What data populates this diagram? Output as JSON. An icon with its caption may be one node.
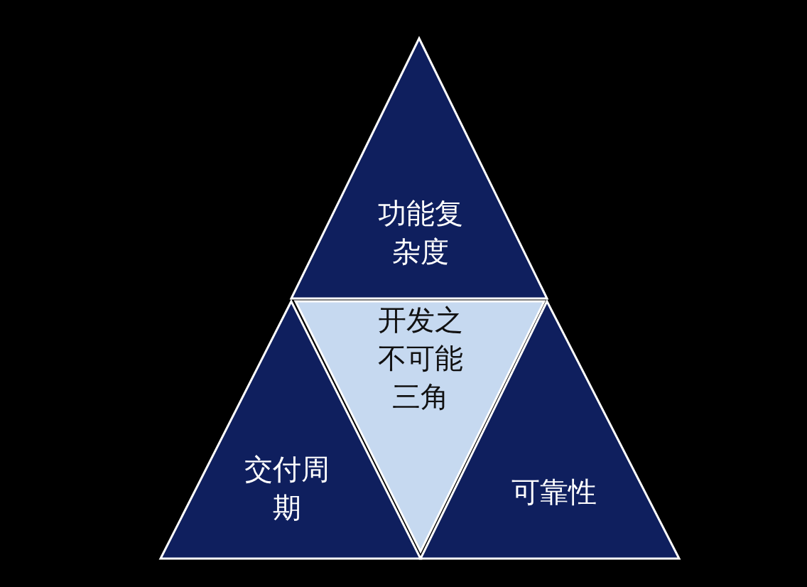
{
  "diagram": {
    "nodes": [
      {
        "text": [
          "功能复杂度"
        ]
      },
      {
        "text": [
          "开发之不可能三角"
        ]
      },
      {
        "text": [
          "交付周期"
        ]
      },
      {
        "text": [
          "可靠性"
        ]
      }
    ]
  }
}
